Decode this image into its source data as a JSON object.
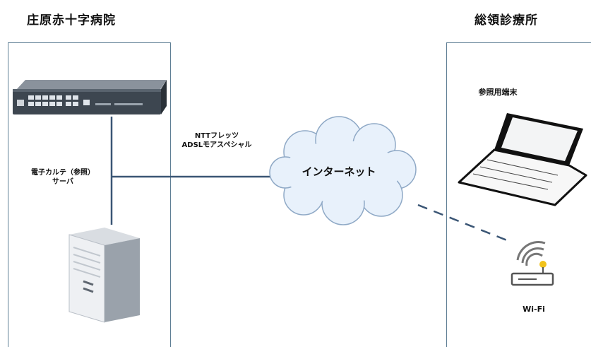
{
  "header": {
    "left_title": "庄原赤十字病院",
    "right_title": "総領診療所"
  },
  "labels": {
    "emr_server": [
      "電子カルテ（参照）",
      "サーバ"
    ],
    "line_type": [
      "NTTフレッツ",
      "ADSLモアスペシャル"
    ],
    "internet": "インターネット",
    "reference_terminal": "参照用端末",
    "wifi": "Wi-Fi"
  },
  "colors": {
    "line": "#3b5675",
    "frame": "#5f7f95",
    "cloud_fill": "#e8f1fb",
    "cloud_stroke": "#8fa9c6"
  },
  "icons": [
    "network-switch-icon",
    "tower-server-icon",
    "cloud-icon",
    "laptop-icon",
    "wifi-router-icon"
  ]
}
